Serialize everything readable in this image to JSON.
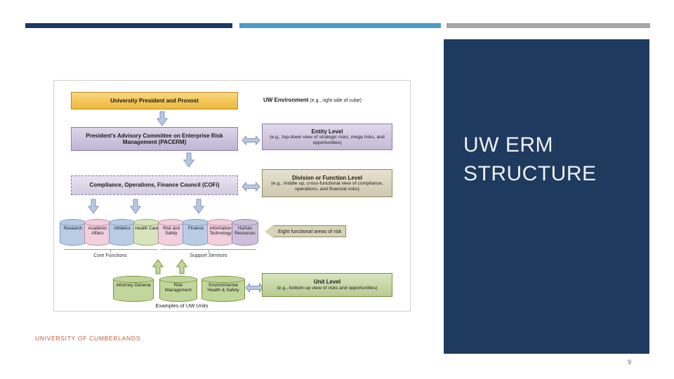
{
  "slide": {
    "title_line1": "UW ERM",
    "title_line2": "STRUCTURE",
    "footer": "UNIVERSITY OF CUMBERLANDS",
    "page_number": "9"
  },
  "diagram": {
    "president": "University President and Provost",
    "environment_bold": "UW Environment",
    "environment_rest": " (e.g., right side of cube)",
    "pacerm": "President's Advisory Committee on Enterprise Risk Management (PACERM)",
    "entity_bold": "Entity Level",
    "entity_rest": "(e.g., top-down view of strategic risks, mega risks, and opportunities)",
    "cofi": "Compliance, Operations, Finance Council (COFi)",
    "division_bold": "Division or Function Level",
    "division_rest": "(e.g., middle up, cross-functional view of compliance, operations, and financial risks)",
    "eight_areas": "Eight functional areas of risk",
    "core_functions": "Core Functions",
    "support_services": "Support Services",
    "unit_bold": "Unit Level",
    "unit_rest": "(e.g., bottom-up view of risks and opportunities)",
    "examples": "Examples of UW Units",
    "functional_areas": [
      {
        "label": "Research",
        "bg": "#b8cce4",
        "border": "#7d9dc2"
      },
      {
        "label": "Academic Affairs",
        "bg": "#f1cfdc",
        "border": "#c48aa6"
      },
      {
        "label": "Athletics",
        "bg": "#b8cce4",
        "border": "#7d9dc2"
      },
      {
        "label": "Health Care",
        "bg": "#d7e4bc",
        "border": "#94ad62"
      },
      {
        "label": "Risk and Safety",
        "bg": "#f1cfdc",
        "border": "#c48aa6"
      },
      {
        "label": "Finance",
        "bg": "#b8cce4",
        "border": "#7d9dc2"
      },
      {
        "label": "Information Technology",
        "bg": "#f1cfdc",
        "border": "#c48aa6"
      },
      {
        "label": "Human Resources",
        "bg": "#ccc0da",
        "border": "#9482b4"
      }
    ],
    "units": [
      {
        "label": "Attorney General",
        "bg": "#c2d69b",
        "border": "#76923c"
      },
      {
        "label": "Risk Management",
        "bg": "#c2d69b",
        "border": "#76923c"
      },
      {
        "label": "Environmental Health & Safety",
        "bg": "#c2d69b",
        "border": "#76923c"
      }
    ]
  },
  "colors": {
    "top_bar_navy": "#1f3864",
    "top_bar_blue": "#4a9cc7",
    "top_bar_gray": "#a6a6a6",
    "panel_bg": "#1e3a5f",
    "title_text": "#eef1f4",
    "footer_text": "#bf5b34",
    "president_bg": "#f8c23d",
    "president_border": "#c08a1f",
    "pacerm_bg": "#c9bfdd",
    "pacerm_border": "#8c7bb0",
    "cofi_bg": "#dcd6ea",
    "cofi_border": "#8c7bb0",
    "entity_bg": "#cfc4e0",
    "entity_border": "#8c7bb0",
    "division_bg": "#d9d3b8",
    "division_border": "#8e8a60",
    "unit_bg": "#c3d69b",
    "unit_border": "#76923c",
    "arrow_blue": "#b9c7e2",
    "arrow_blue_border": "#8096bc",
    "arrow_green": "#c3d69b",
    "arrow_green_border": "#76923c",
    "eight_arrow_bg": "#d8d4b8"
  }
}
